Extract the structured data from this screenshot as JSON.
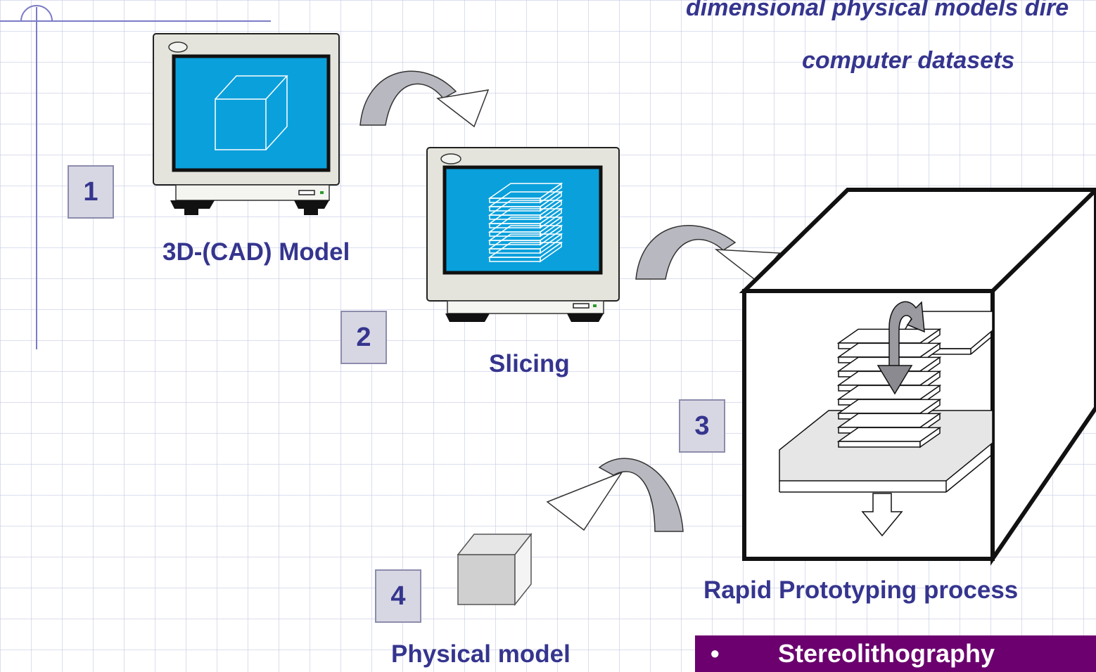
{
  "headline": {
    "line1": "dimensional physical models dire",
    "line2": "computer datasets"
  },
  "steps": [
    {
      "number": "1",
      "label": "3D-(CAD) Model"
    },
    {
      "number": "2",
      "label": "Slicing"
    },
    {
      "number": "3",
      "label": "Rapid Prototyping process"
    },
    {
      "number": "4",
      "label": "Physical model"
    }
  ],
  "bullet": {
    "marker": "•",
    "text": "Stereolithography"
  },
  "colors": {
    "text": "#35358f",
    "screen": "#0aa0dc",
    "monitor_body": "#e4e4dc",
    "step_box": "#d7d7e3",
    "bullet_background": "#6b006e"
  }
}
